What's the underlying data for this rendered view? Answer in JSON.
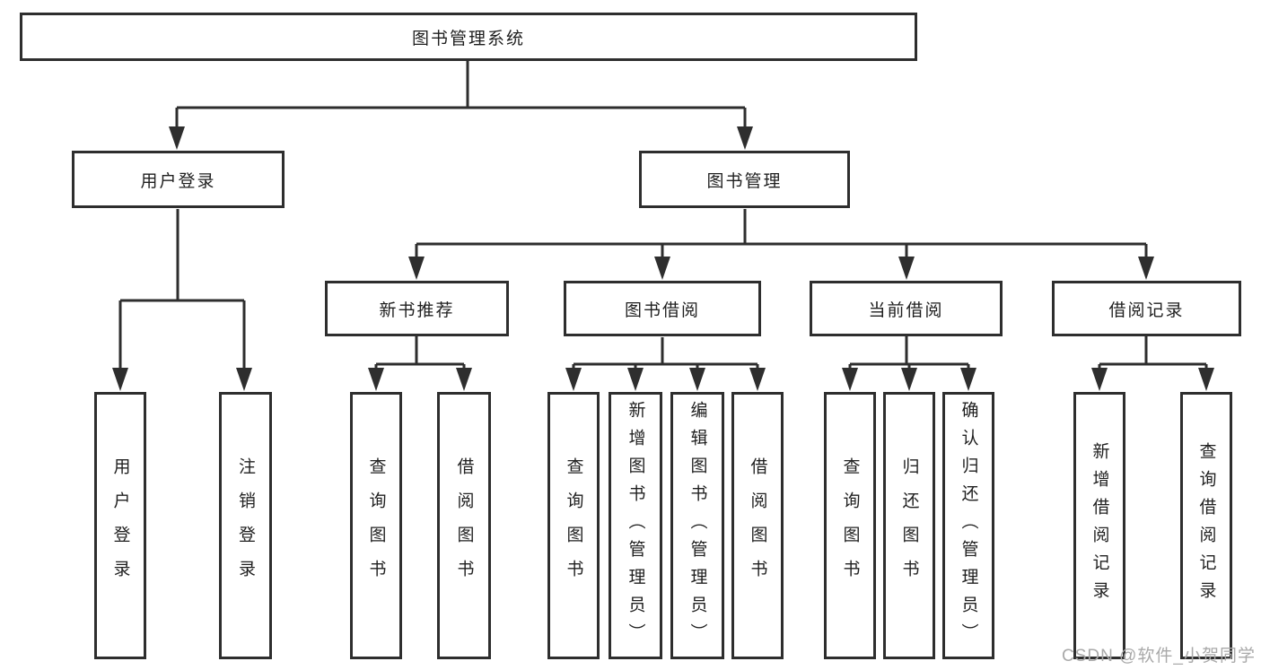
{
  "diagram_title": "图书管理系统",
  "nodes": {
    "root": {
      "label": "图书管理系统"
    },
    "user_login": {
      "label": "用户登录"
    },
    "book_mgmt": {
      "label": "图书管理"
    },
    "new_book_rec": {
      "label": "新书推荐"
    },
    "book_borrow": {
      "label": "图书借阅"
    },
    "current_borrow": {
      "label": "当前借阅"
    },
    "borrow_records": {
      "label": "借阅记录"
    },
    "leaf_user_login": {
      "label": "用户登录"
    },
    "leaf_logout": {
      "label": "注销登录"
    },
    "leaf_query_book_1": {
      "label": "查询图书"
    },
    "leaf_borrow_book_1": {
      "label": "借阅图书"
    },
    "leaf_query_book_2": {
      "label": "查询图书"
    },
    "leaf_add_book": {
      "label": "新增图书（管理员）"
    },
    "leaf_edit_book": {
      "label": "编辑图书（管理员）"
    },
    "leaf_borrow_book_2": {
      "label": "借阅图书"
    },
    "leaf_query_book_3": {
      "label": "查询图书"
    },
    "leaf_return_book": {
      "label": "归还图书"
    },
    "leaf_confirm_return": {
      "label": "确认归还（管理员）"
    },
    "leaf_add_record": {
      "label": "新增借阅记录"
    },
    "leaf_query_record": {
      "label": "查询借阅记录"
    }
  },
  "hierarchy": {
    "图书管理系统": {
      "用户登录": [
        "用户登录",
        "注销登录"
      ],
      "图书管理": {
        "新书推荐": [
          "查询图书",
          "借阅图书"
        ],
        "图书借阅": [
          "查询图书",
          "新增图书（管理员）",
          "编辑图书（管理员）",
          "借阅图书"
        ],
        "当前借阅": [
          "查询图书",
          "归还图书",
          "确认归还（管理员）"
        ],
        "借阅记录": [
          "新增借阅记录",
          "查询借阅记录"
        ]
      }
    }
  },
  "watermark": "CSDN @软件_小贺同学",
  "colors": {
    "line": "#2e2e2e",
    "text": "#1f1f1f",
    "watermark": "#a9a9a9",
    "background": "#ffffff"
  }
}
